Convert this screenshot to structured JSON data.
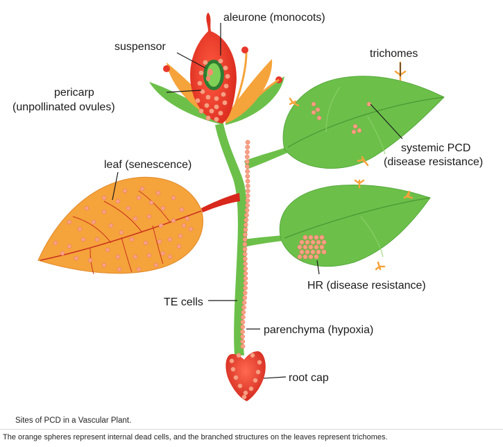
{
  "labels": {
    "aleurone": "aleurone (monocots)",
    "suspensor": "suspensor",
    "pericarp_line1": "pericarp",
    "pericarp_line2": "(unpollinated ovules)",
    "trichomes": "trichomes",
    "systemic_line1": "systemic PCD",
    "systemic_line2": "(disease resistance)",
    "leaf_senescence": "leaf (senescence)",
    "hr": "HR (disease resistance)",
    "te_cells": "TE cells",
    "parenchyma": "parenchyma (hypoxia)",
    "root_cap": "root cap"
  },
  "caption": {
    "title": "Sites of PCD in a Vascular Plant.",
    "description": "The orange spheres represent internal dead cells, and the branched structures on the leaves represent trichomes."
  },
  "colors": {
    "green": "#6cc04a",
    "dark_green": "#3f9a35",
    "orange": "#f5a33b",
    "red": "#e8382b",
    "dots": "#f7a184"
  }
}
